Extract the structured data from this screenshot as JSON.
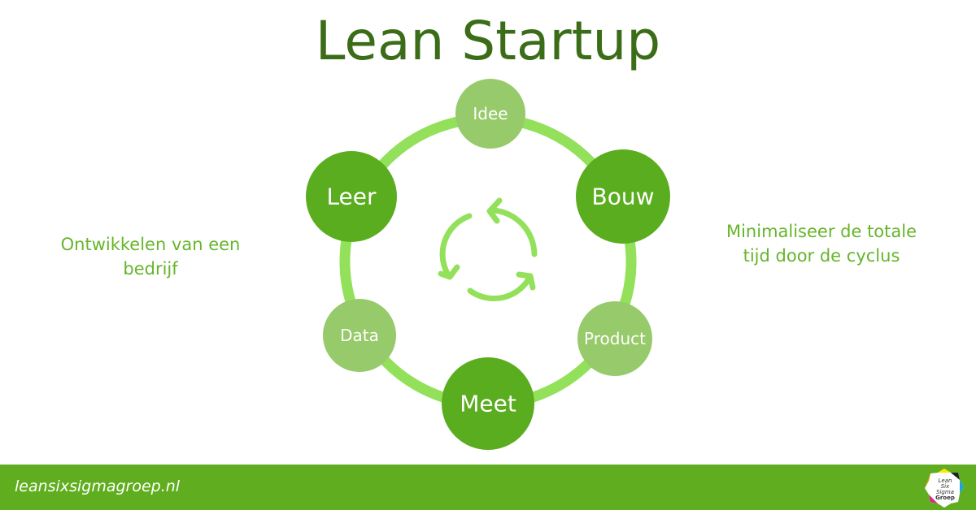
{
  "title": "Lean Startup",
  "nodes": [
    {
      "label": "Idee",
      "emphasis": "light"
    },
    {
      "label": "Bouw",
      "emphasis": "dark"
    },
    {
      "label": "Product",
      "emphasis": "light"
    },
    {
      "label": "Meet",
      "emphasis": "dark"
    },
    {
      "label": "Data",
      "emphasis": "light"
    },
    {
      "label": "Leer",
      "emphasis": "dark"
    }
  ],
  "left_text": "Ontwikkelen van een bedrijf",
  "right_text": "Minimaliseer de totale tijd door de cyclus",
  "footer": {
    "url": "leansixsigmagroep.nl",
    "logo_text": "Lean Six Sigma Groep"
  },
  "colors": {
    "dark_node": "#5aad1f",
    "light_node": "#97ca6b",
    "ring": "#93e15b",
    "title": "#3b6c17",
    "footer": "#60ae1f"
  }
}
